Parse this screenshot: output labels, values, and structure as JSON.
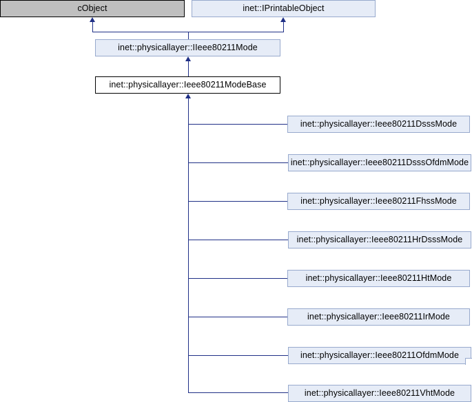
{
  "diagram": {
    "title": "Inheritance diagram for inet::physicallayer::Ieee80211ModeBase",
    "type": "class-inheritance-graph",
    "colors": {
      "edge": "#1f2f86",
      "base_fill": "#bfbfbf",
      "base_border": "#000000",
      "interface_fill": "#e6ecf7",
      "interface_border": "#97a9cd",
      "current_fill": "#ffffff",
      "current_border": "#000000",
      "text": "#000000",
      "background": "#ffffff"
    },
    "ancestors": [
      {
        "id": "cobject",
        "label": "cObject",
        "style": "base"
      },
      {
        "id": "iprintableobject",
        "label": "inet::IPrintableObject",
        "style": "interface"
      }
    ],
    "middle": [
      {
        "id": "iieee80211mode",
        "label": "inet::physicallayer::IIeee80211Mode",
        "style": "interface"
      }
    ],
    "current": {
      "id": "ieee80211modebase",
      "label": "inet::physicallayer::Ieee80211ModeBase",
      "style": "current"
    },
    "derived": [
      {
        "id": "dsss",
        "label": "inet::physicallayer::Ieee80211DsssMode",
        "style": "derived"
      },
      {
        "id": "dsssofdm",
        "label": "inet::physicallayer::Ieee80211DsssOfdmMode",
        "style": "derived"
      },
      {
        "id": "fhss",
        "label": "inet::physicallayer::Ieee80211FhssMode",
        "style": "derived"
      },
      {
        "id": "hrdsss",
        "label": "inet::physicallayer::Ieee80211HrDsssMode",
        "style": "derived"
      },
      {
        "id": "ht",
        "label": "inet::physicallayer::Ieee80211HtMode",
        "style": "derived"
      },
      {
        "id": "ir",
        "label": "inet::physicallayer::Ieee80211IrMode",
        "style": "derived"
      },
      {
        "id": "ofdm",
        "label": "inet::physicallayer::Ieee80211OfdmMode",
        "style": "derived"
      },
      {
        "id": "vht",
        "label": "inet::physicallayer::Ieee80211VhtMode",
        "style": "derived"
      }
    ]
  }
}
